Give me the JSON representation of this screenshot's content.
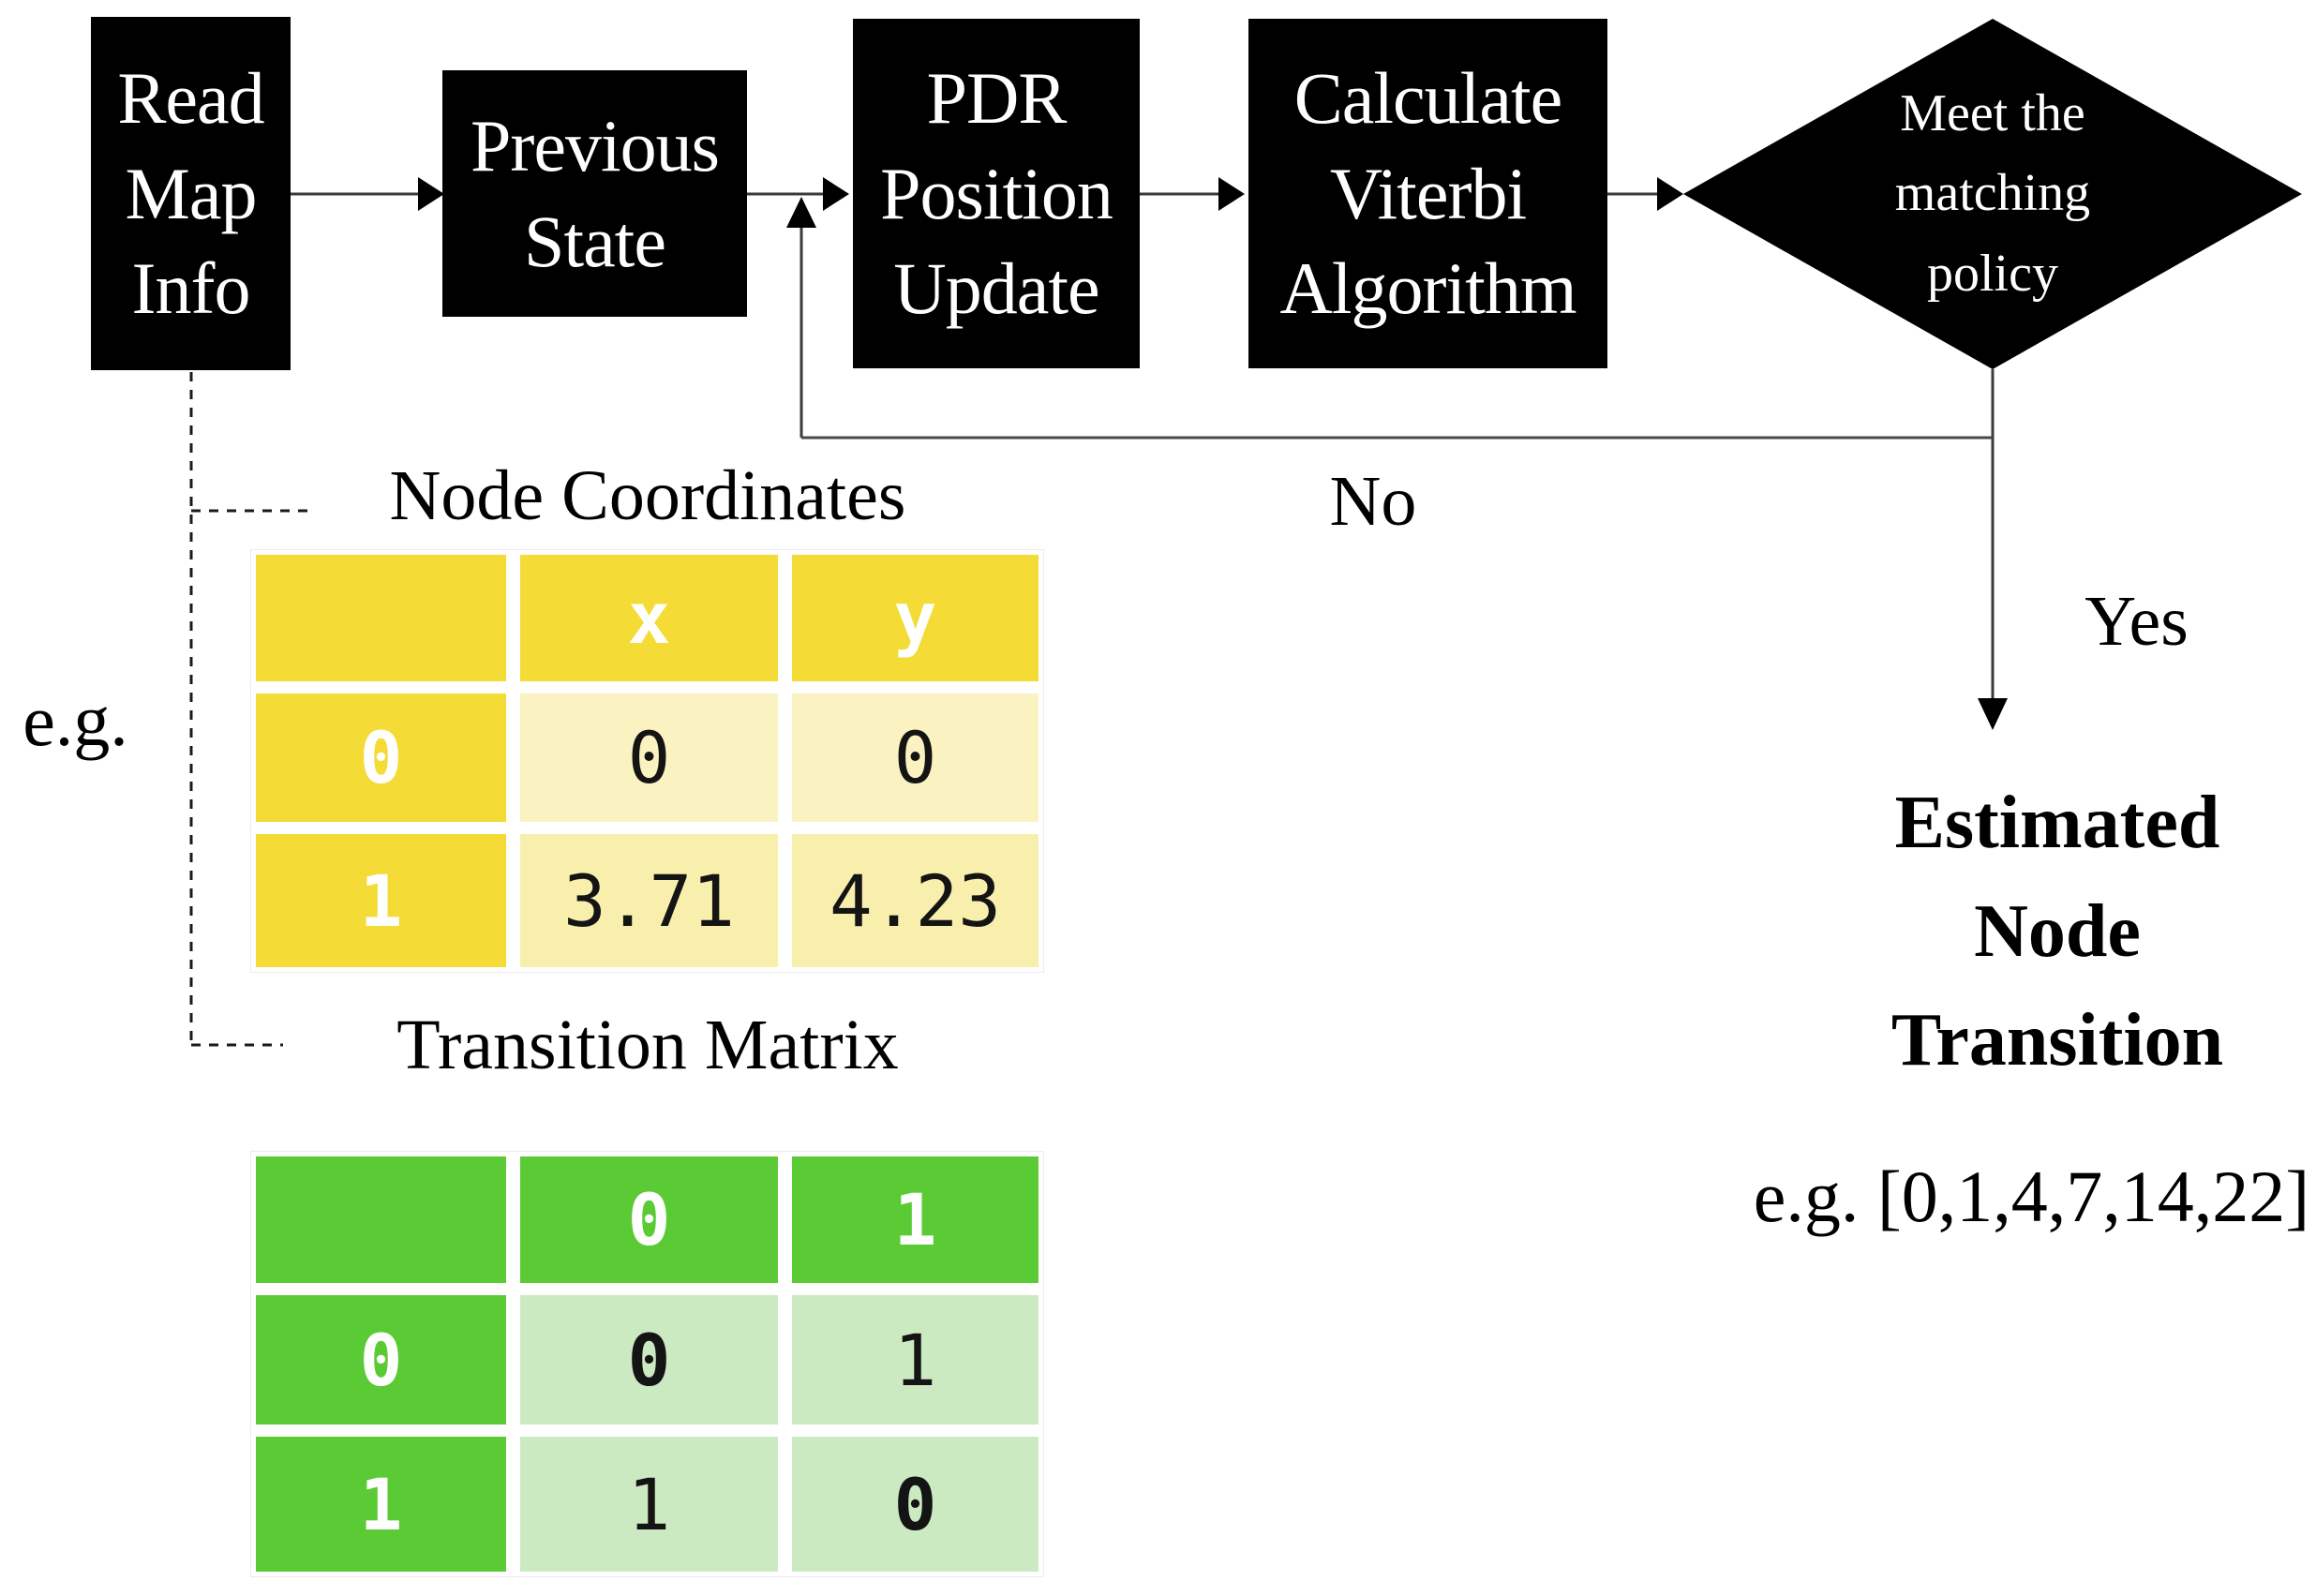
{
  "flow": {
    "nodes": [
      {
        "id": "read-map-info",
        "lines": [
          "Read",
          "Map",
          "Info"
        ]
      },
      {
        "id": "previous-state",
        "lines": [
          "Previous",
          "State"
        ]
      },
      {
        "id": "pdr-position-update",
        "lines": [
          "PDR",
          "Position",
          "Update"
        ]
      },
      {
        "id": "calculate-viterbi",
        "lines": [
          "Calculate",
          "Viterbi",
          "Algorithm"
        ]
      }
    ],
    "decision": {
      "lines": [
        "Meet the",
        "matching",
        "policy"
      ]
    },
    "no_label": "No",
    "yes_label": "Yes",
    "result": {
      "lines": [
        "Estimated",
        "Node",
        "Transition"
      ],
      "example": "e.g. [0,1,4,7,14,22]"
    }
  },
  "example_label": "e.g.",
  "node_coordinates_table": {
    "title": "Node Coordinates",
    "header": [
      "",
      "x",
      "y"
    ],
    "rows": [
      {
        "label": "0",
        "values": [
          "0",
          "0"
        ]
      },
      {
        "label": "1",
        "values": [
          "3.71",
          "4.23"
        ]
      }
    ]
  },
  "transition_matrix_table": {
    "title": "Transition Matrix",
    "header": [
      "",
      "0",
      "1"
    ],
    "rows": [
      {
        "label": "0",
        "values": [
          "0",
          "1"
        ]
      },
      {
        "label": "1",
        "values": [
          "1",
          "0"
        ]
      }
    ]
  },
  "colors": {
    "node_fill": "#000000",
    "node_text": "#ffffff",
    "connector_line": "#3a3a3a",
    "yellow_header": "#F4DB35",
    "yellow_row0": "#FAF2C0",
    "yellow_row1": "#F9EFAD",
    "green_header": "#5BCB35",
    "green_light": "#CBEAC2"
  }
}
